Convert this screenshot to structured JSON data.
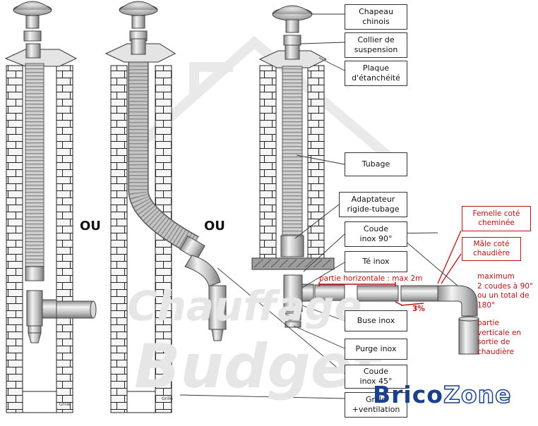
{
  "labels": {
    "chapeau": "Chapeau\nchinois",
    "collier": "Collier de\nsuspension",
    "plaque": "Plaque\nd'étanchéité",
    "tubage": "Tubage",
    "adaptateur": "Adaptateur\nrigide-tubage",
    "coude90": "Coude\ninox 90°",
    "te": "Té inox",
    "buse": "Buse inox",
    "purge": "Purge inox",
    "coude45": "Coude\ninox 45°",
    "grille_vent": "Grille\n+ventilation"
  },
  "notes": {
    "femelle": "Femelle coté\ncheminée",
    "male": "Mâle coté\nchaudière",
    "horizontale": "partie horizontale : max 2m",
    "pente": "3%",
    "maximum": "maximum\n2 coudes à 90°\nou un total de\n180°",
    "verticale": "partie\nverticale en\nsortie de\nchaudière"
  },
  "ou": "OU",
  "grille_small": "Grille",
  "watermark": {
    "line1": "Chauffage",
    "line2": "Budget"
  },
  "brand": {
    "part1": "Brico",
    "part2": "Zone"
  },
  "colors": {
    "brick": "#f4f4f4",
    "stroke": "#333333",
    "red": "#bb1111",
    "pipe": "#cfcfcf",
    "brand": "#1a3f8c"
  }
}
